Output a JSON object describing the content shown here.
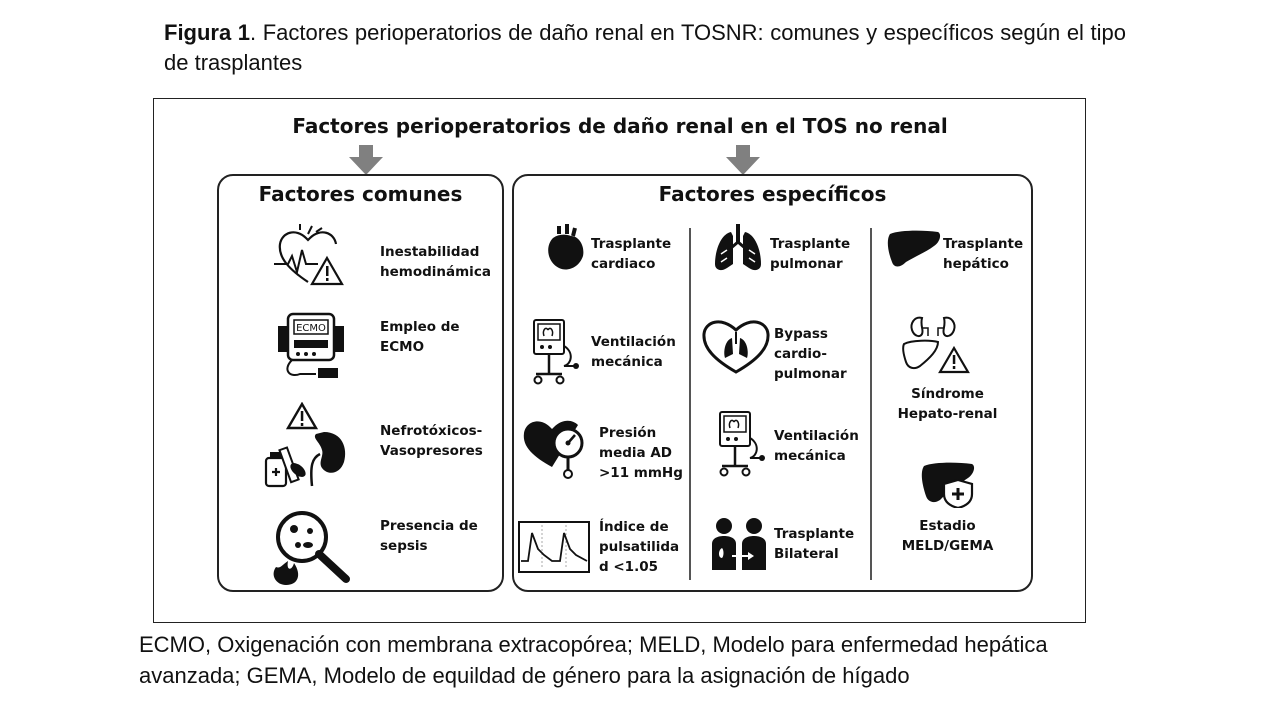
{
  "caption": {
    "label": "Figura 1",
    "text": ". Factores perioperatorios de daño renal en TOSNR: comunes y específicos según el tipo de trasplantes"
  },
  "diagram": {
    "title": "Factores perioperatorios de daño renal en el TOS no renal",
    "common": {
      "title": "Factores comunes",
      "items": [
        {
          "lines": [
            "Inestabilidad",
            "hemodinámica"
          ],
          "icon": "heart-warning-icon"
        },
        {
          "lines": [
            "Empleo de",
            "ECMO"
          ],
          "icon": "ecmo-machine-icon"
        },
        {
          "lines": [
            "Nefrotóxicos-",
            "Vasopresores"
          ],
          "icon": "kidney-drugs-icon"
        },
        {
          "lines": [
            "Presencia de",
            "sepsis"
          ],
          "icon": "sepsis-magnifier-icon"
        }
      ]
    },
    "specific": {
      "title": "Factores específicos",
      "cardiac": {
        "header": [
          "Trasplante",
          "cardiaco"
        ],
        "items": [
          {
            "lines": [
              "Ventilación",
              "mecánica"
            ],
            "icon": "ventilator-icon"
          },
          {
            "lines": [
              "Presión",
              "media AD",
              ">11 mmHg"
            ],
            "icon": "heart-gauge-icon"
          },
          {
            "lines": [
              "Índice de",
              "pulsatilida",
              "d <1.05"
            ],
            "icon": "pulse-waveform-icon"
          }
        ]
      },
      "lung": {
        "header": [
          "Trasplante",
          "pulmonar"
        ],
        "items": [
          {
            "lines": [
              "Bypass",
              "cardio-",
              "pulmonar"
            ],
            "icon": "heart-lungs-icon"
          },
          {
            "lines": [
              "Ventilación",
              "mecánica"
            ],
            "icon": "ventilator-icon"
          },
          {
            "lines": [
              "Trasplante",
              "Bilateral"
            ],
            "icon": "bilateral-transplant-icon"
          }
        ]
      },
      "liver": {
        "header": [
          "Trasplante",
          "hepático"
        ],
        "items": [
          {
            "lines": [
              "Síndrome",
              "Hepato-renal"
            ],
            "icon": "hepatorenal-icon"
          },
          {
            "lines": [
              "Estadio",
              "MELD/GEMA"
            ],
            "icon": "liver-shield-icon"
          }
        ]
      }
    }
  },
  "ecmo_label": "ECMO",
  "footnote": "ECMO, Oxigenación con membrana extracopórea; MELD, Modelo para enfermedad hepática avanzada; GEMA, Modelo de equildad de género para la asignación de hígado"
}
